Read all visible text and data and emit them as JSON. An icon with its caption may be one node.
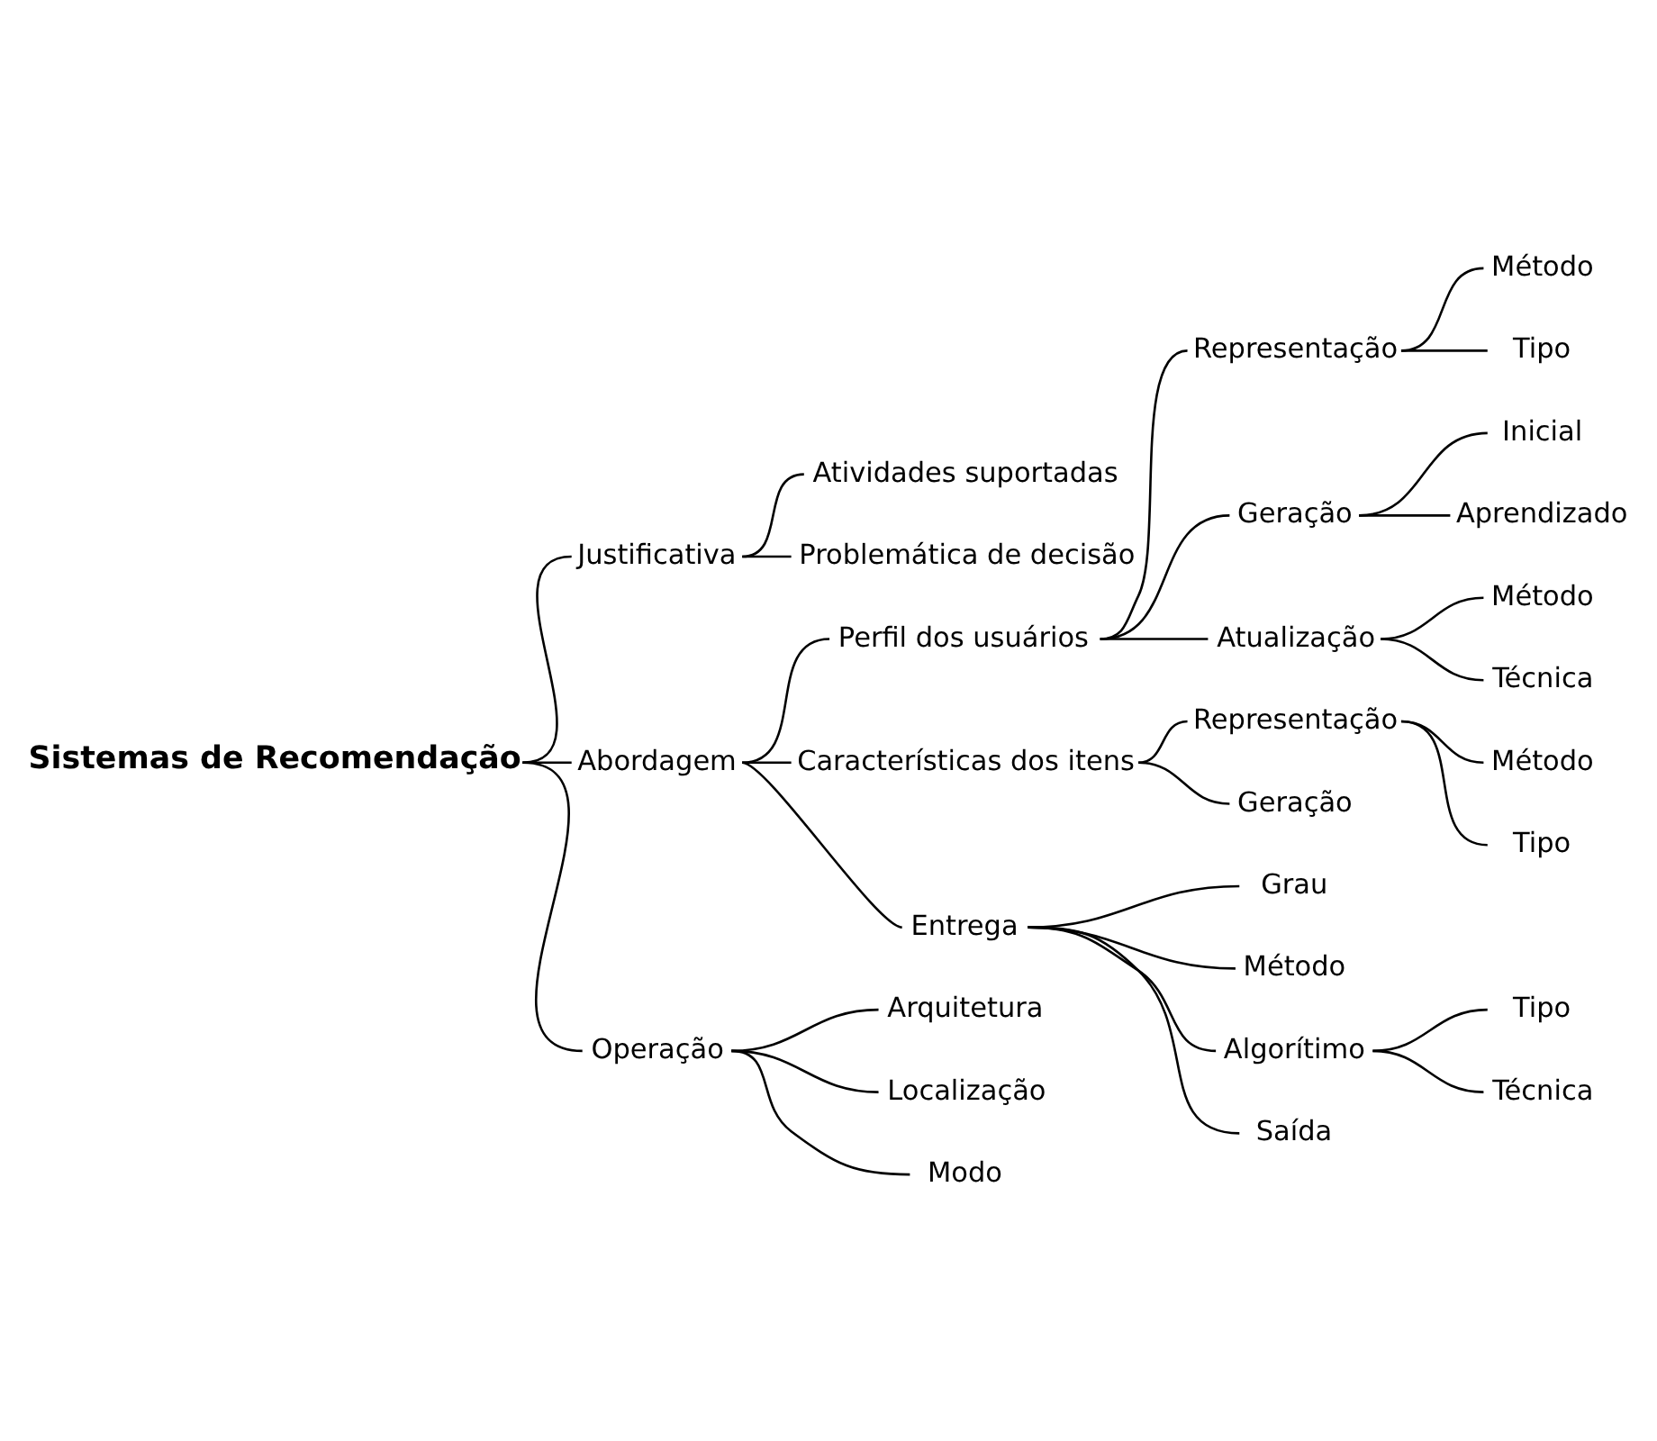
{
  "diagram": {
    "nodes": [
      {
        "text": [
          "Sistemas de Recomendação"
        ]
      },
      {
        "text": [
          "Justificativa"
        ]
      },
      {
        "text": [
          "Atividades suportadas"
        ]
      },
      {
        "text": [
          "Problemática de decisão"
        ]
      },
      {
        "text": [
          "Abordagem"
        ]
      },
      {
        "text": [
          "Perfil dos usuários"
        ]
      },
      {
        "text": [
          "Representação"
        ]
      },
      {
        "text": [
          "Método"
        ]
      },
      {
        "text": [
          "Tipo"
        ]
      },
      {
        "text": [
          "Geração"
        ]
      },
      {
        "text": [
          "Inicial"
        ]
      },
      {
        "text": [
          "Aprendizado"
        ]
      },
      {
        "text": [
          "Atualização"
        ]
      },
      {
        "text": [
          "Método"
        ]
      },
      {
        "text": [
          "Técnica"
        ]
      },
      {
        "text": [
          "Características dos itens"
        ]
      },
      {
        "text": [
          "Representação"
        ]
      },
      {
        "text": [
          "Método"
        ]
      },
      {
        "text": [
          "Tipo"
        ]
      },
      {
        "text": [
          "Geração"
        ]
      },
      {
        "text": [
          "Entrega"
        ]
      },
      {
        "text": [
          "Grau"
        ]
      },
      {
        "text": [
          "Método"
        ]
      },
      {
        "text": [
          "Algorítimo"
        ]
      },
      {
        "text": [
          "Tipo"
        ]
      },
      {
        "text": [
          "Técnica"
        ]
      },
      {
        "text": [
          "Saída"
        ]
      },
      {
        "text": [
          "Operação"
        ]
      },
      {
        "text": [
          "Arquitetura"
        ]
      },
      {
        "text": [
          "Localização"
        ]
      },
      {
        "text": [
          "Modo"
        ]
      }
    ],
    "edges": [
      {
        "from": 0,
        "to": 1,
        "arrow": "none"
      },
      {
        "from": 0,
        "to": 4,
        "arrow": "none"
      },
      {
        "from": 0,
        "to": 27,
        "arrow": "none"
      },
      {
        "from": 1,
        "to": 2,
        "arrow": "none"
      },
      {
        "from": 1,
        "to": 3,
        "arrow": "none"
      },
      {
        "from": 4,
        "to": 5,
        "arrow": "none"
      },
      {
        "from": 4,
        "to": 15,
        "arrow": "none"
      },
      {
        "from": 4,
        "to": 20,
        "arrow": "none"
      },
      {
        "from": 5,
        "to": 6,
        "arrow": "none"
      },
      {
        "from": 5,
        "to": 9,
        "arrow": "none"
      },
      {
        "from": 5,
        "to": 12,
        "arrow": "none"
      },
      {
        "from": 6,
        "to": 7,
        "arrow": "none"
      },
      {
        "from": 6,
        "to": 8,
        "arrow": "none"
      },
      {
        "from": 9,
        "to": 10,
        "arrow": "none"
      },
      {
        "from": 9,
        "to": 11,
        "arrow": "none"
      },
      {
        "from": 12,
        "to": 13,
        "arrow": "none"
      },
      {
        "from": 12,
        "to": 14,
        "arrow": "none"
      },
      {
        "from": 15,
        "to": 16,
        "arrow": "none"
      },
      {
        "from": 15,
        "to": 19,
        "arrow": "none"
      },
      {
        "from": 16,
        "to": 17,
        "arrow": "none"
      },
      {
        "from": 16,
        "to": 18,
        "arrow": "none"
      },
      {
        "from": 20,
        "to": 21,
        "arrow": "none"
      },
      {
        "from": 20,
        "to": 22,
        "arrow": "none"
      },
      {
        "from": 20,
        "to": 23,
        "arrow": "none"
      },
      {
        "from": 20,
        "to": 26,
        "arrow": "none"
      },
      {
        "from": 23,
        "to": 24,
        "arrow": "none"
      },
      {
        "from": 23,
        "to": 25,
        "arrow": "none"
      },
      {
        "from": 27,
        "to": 28,
        "arrow": "none"
      },
      {
        "from": 27,
        "to": 29,
        "arrow": "none"
      },
      {
        "from": 27,
        "to": 30,
        "arrow": "none"
      }
    ]
  }
}
